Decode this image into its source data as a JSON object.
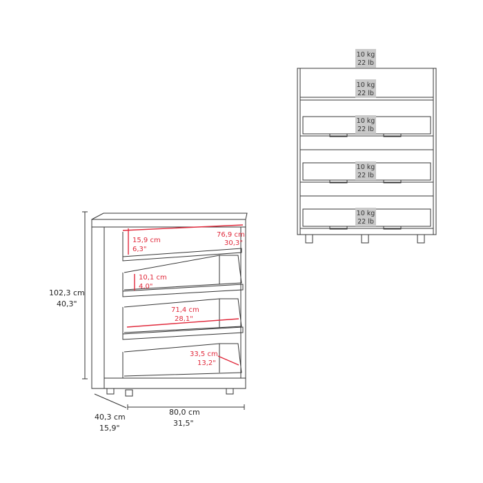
{
  "dimensions": {
    "height": {
      "cm": "102,3 cm",
      "in": "40,3\""
    },
    "depth": {
      "cm": "40,3 cm",
      "in": "15,9\""
    },
    "width": {
      "cm": "80,0 cm",
      "in": "31,5\""
    },
    "inner_width": {
      "cm": "76,9 cm",
      "in": "30,3\""
    },
    "top_shelf_height": {
      "cm": "15,9 cm",
      "in": "6,3\""
    },
    "drawer_height": {
      "cm": "10,1 cm",
      "in": "4,0\""
    },
    "drawer_width": {
      "cm": "71,4 cm",
      "in": "28,1\""
    },
    "drawer_depth": {
      "cm": "33,5 cm",
      "in": "13,2\""
    }
  },
  "load_labels": [
    {
      "kg": "10 kg",
      "lb": "22 lb"
    },
    {
      "kg": "10 kg",
      "lb": "22 lb"
    },
    {
      "kg": "10 kg",
      "lb": "22 lb"
    },
    {
      "kg": "10 kg",
      "lb": "22 lb"
    },
    {
      "kg": "10 kg",
      "lb": "22 lb"
    }
  ],
  "colors": {
    "dimension_red": "#e0283a",
    "label_gray": "#c9c9c9"
  }
}
